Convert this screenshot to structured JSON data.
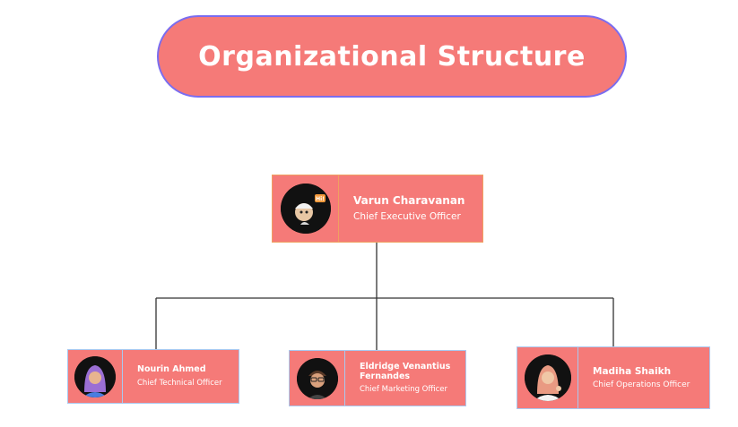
{
  "title": "Organizational Structure",
  "ceo": {
    "name": "Varun Charavanan",
    "role": "Chief Executive Officer",
    "avatar_icon": "memoji-hi-avatar-icon",
    "badge": "Hi!"
  },
  "reports": [
    {
      "name": "Nourin Ahmed",
      "role": "Chief Technical Officer",
      "avatar_icon": "hijab-woman-avatar-icon"
    },
    {
      "name": "Eldridge Venantius Fernandes",
      "role": "Chief Marketing Officer",
      "avatar_icon": "glasses-man-avatar-icon"
    },
    {
      "name": "Madiha Shaikh",
      "role": "Chief Operations Officer",
      "avatar_icon": "waving-woman-avatar-icon"
    }
  ],
  "colors": {
    "card": "#f57a78",
    "title_border": "#7a6df0",
    "ceo_border": "#f0a060",
    "report_border": "#a9c8ef",
    "connector": "#333333"
  }
}
